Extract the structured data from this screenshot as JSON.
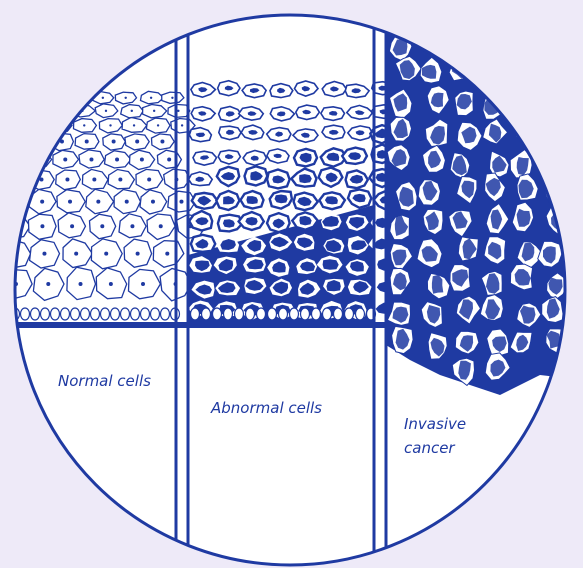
{
  "colors": {
    "ink": "#1f3aa2",
    "background": "#eeeaf8",
    "circle_fill": "#ffffff"
  },
  "labels": {
    "normal": "Normal cells",
    "abnormal": "Abnormal cells",
    "invasive": "Invasive cancer"
  }
}
